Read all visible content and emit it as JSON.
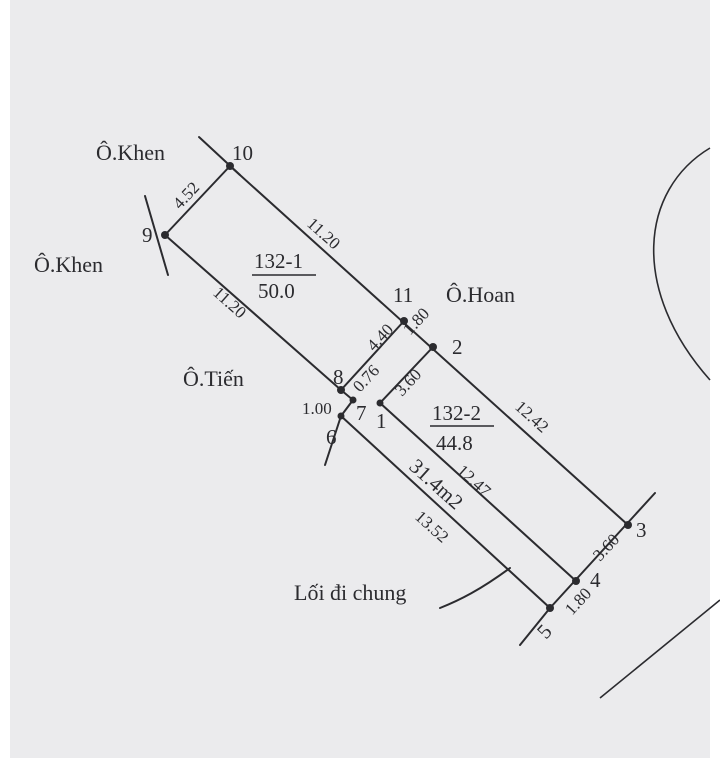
{
  "owners": {
    "top": "Ô.Khen",
    "left": "Ô.Khen",
    "right": "Ô.Hoan",
    "middle": "Ô.Tiến"
  },
  "parcels": [
    {
      "id": "132-1",
      "area": "50.0"
    },
    {
      "id": "132-2",
      "area": "44.8"
    }
  ],
  "path_area": "31.4m2",
  "path_label": "Lối đi chung",
  "points": [
    "1",
    "2",
    "3",
    "4",
    "5",
    "6",
    "7",
    "8",
    "9",
    "10",
    "11"
  ],
  "dimensions": {
    "d_10_9": "4.52",
    "d_10_11": "11.20",
    "d_9_8": "11.20",
    "d_11_8": "4.40",
    "d_11_2": "1.80",
    "d_8_7": "0.76",
    "d_1_2": "3.60",
    "d_2_3": "12.42",
    "d_1_4": "12.47",
    "d_3_4": "3.60",
    "d_4_5": "1.80",
    "d_6_5": "13.52",
    "d_7_6": "1.00"
  },
  "colors": {
    "paper": "#ebebed",
    "ink": "#2b2b2f"
  }
}
